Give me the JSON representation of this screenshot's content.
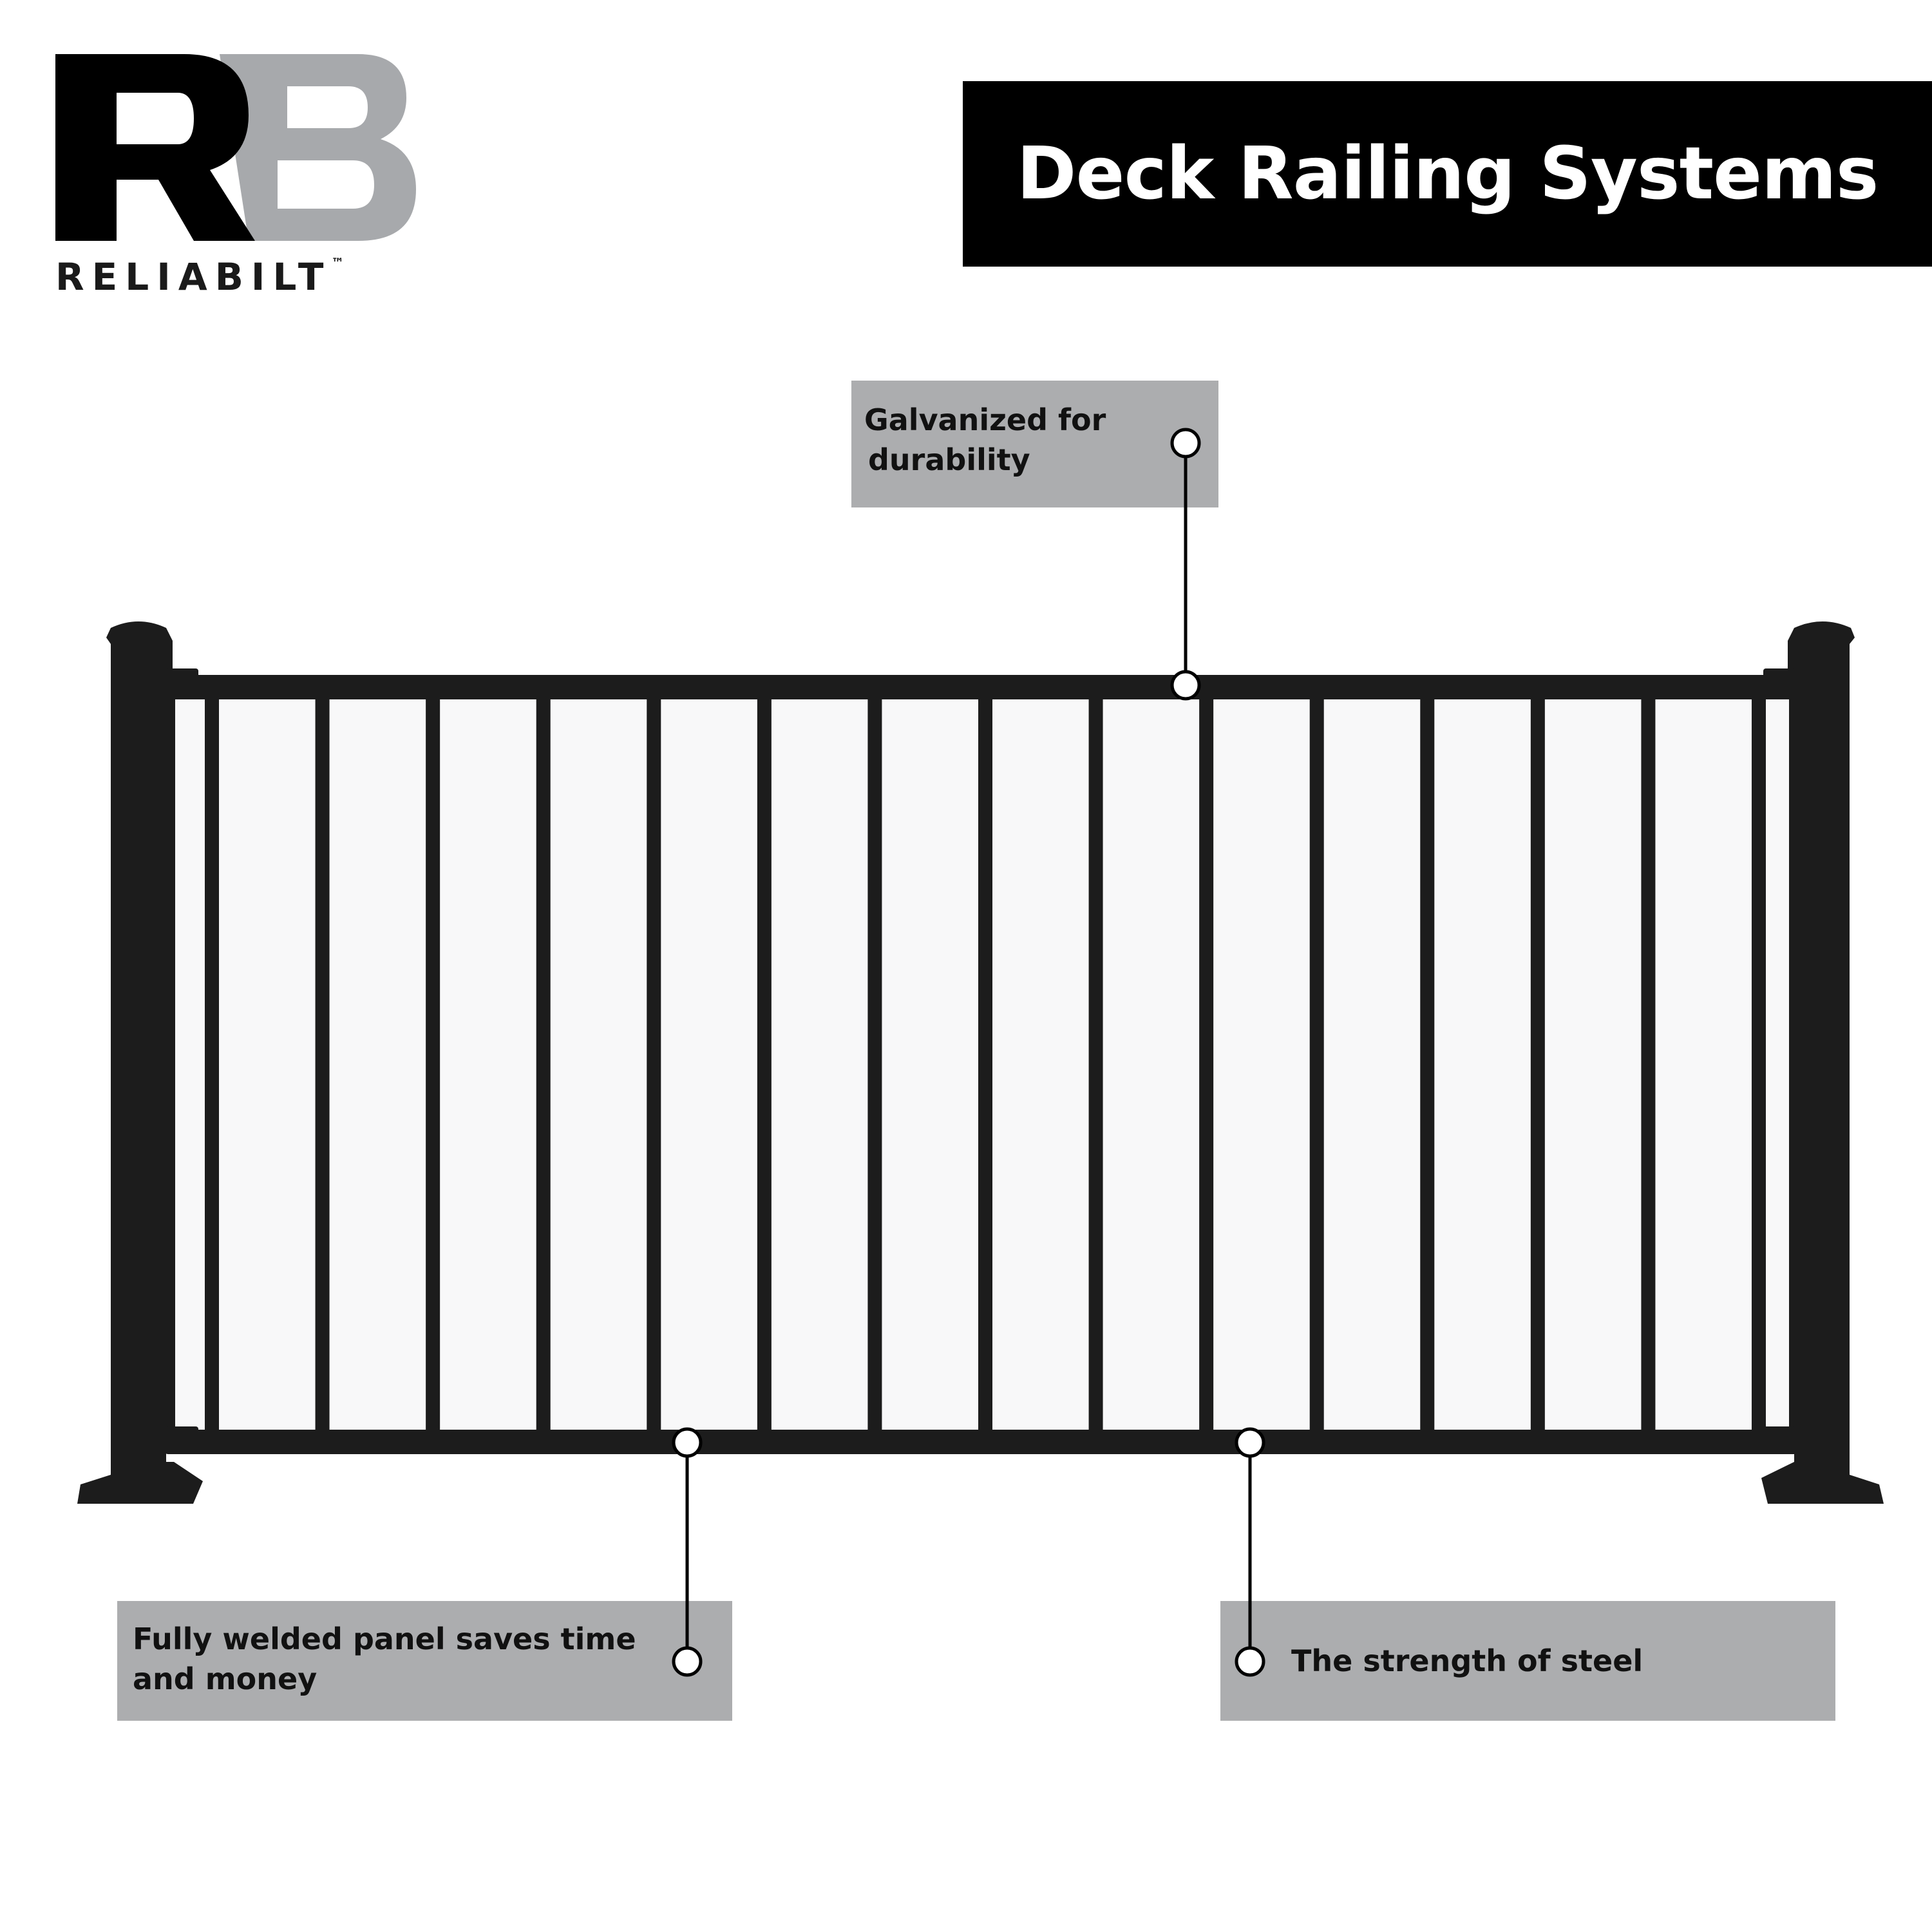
{
  "brand": {
    "monogram": "RB",
    "wordmark": "RELIABILT",
    "trademark": "™",
    "colors": {
      "r": "#000000",
      "b": "#a7a9ac"
    }
  },
  "title": "Deck Railing Systems",
  "callouts": {
    "galvanized": {
      "lines": [
        "Galvanized for",
        "durability"
      ]
    },
    "welded": {
      "lines": [
        "Fully welded panel saves time",
        "and money"
      ]
    },
    "steel": {
      "lines": [
        "The strength of steel"
      ]
    }
  },
  "railing": {
    "baluster_count": 15,
    "rail_color": "#1c1c1c",
    "panel_color": "#f8f8f9"
  },
  "colors": {
    "callout_bg": "#acadaf",
    "title_bg": "#000000",
    "title_text": "#ffffff"
  }
}
